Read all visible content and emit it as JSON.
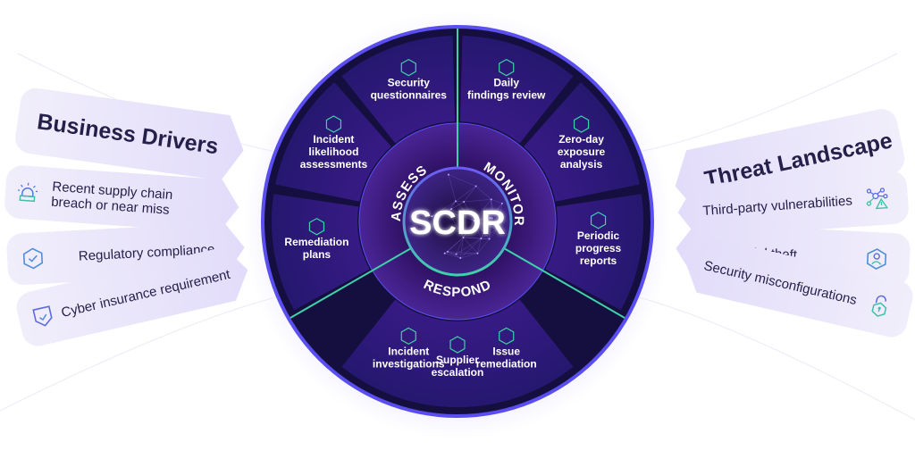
{
  "center": {
    "label": "SCDR"
  },
  "phases": [
    {
      "id": "assess",
      "label": "ASSESS"
    },
    {
      "id": "monitor",
      "label": "MONITOR"
    },
    {
      "id": "respond",
      "label": "RESPOND"
    }
  ],
  "segments": [
    {
      "phase": "assess",
      "icon": "question-hexagon-icon",
      "lines": [
        "Security",
        "questionnaires"
      ]
    },
    {
      "phase": "assess",
      "icon": "gauge-hexagon-icon",
      "lines": [
        "Incident",
        "likelihood",
        "assessments"
      ]
    },
    {
      "phase": "assess",
      "icon": "documents-icon",
      "lines": [
        "Remediation",
        "plans"
      ]
    },
    {
      "phase": "monitor",
      "icon": "magnifier-icon",
      "lines": [
        "Daily",
        "findings review"
      ]
    },
    {
      "phase": "monitor",
      "icon": "bar-chart-trend-icon",
      "lines": [
        "Zero-day",
        "exposure",
        "analysis"
      ]
    },
    {
      "phase": "monitor",
      "icon": "report-window-icon",
      "lines": [
        "Periodic",
        "progress",
        "reports"
      ]
    },
    {
      "phase": "respond",
      "icon": "magnifier-icon",
      "lines": [
        "Incident",
        "investigations"
      ]
    },
    {
      "phase": "respond",
      "icon": "arrow-up-right-hexagon-icon",
      "lines": [
        "Supplier",
        "escalation"
      ]
    },
    {
      "phase": "respond",
      "icon": "converge-arrows-icon",
      "lines": [
        "Issue",
        "remediation"
      ]
    }
  ],
  "business_drivers": {
    "title": "Business Drivers",
    "items": [
      {
        "label": "Recent supply chain breach or near miss",
        "icon": "alarm-siren-icon"
      },
      {
        "label": "Regulatory compliance",
        "icon": "check-hexagon-icon"
      },
      {
        "label": "Cyber insurance requirement",
        "icon": "check-shield-icon"
      }
    ]
  },
  "threat_landscape": {
    "title": "Threat Landscape",
    "items": [
      {
        "label": "Third-party vulnerabilities",
        "icon": "network-warning-icon"
      },
      {
        "label": "Credential theft",
        "icon": "user-hexagon-icon"
      },
      {
        "label": "Security misconfigurations",
        "icon": "unlocked-padlock-icon"
      }
    ]
  },
  "colors": {
    "wheel_outer": "#1a1450",
    "segment_fill": "#2a1a78",
    "ring_border": "#5b4ef0",
    "accent_teal": "#3fd1a8",
    "card_text": "#25204a",
    "center_text": "#ffffff"
  }
}
